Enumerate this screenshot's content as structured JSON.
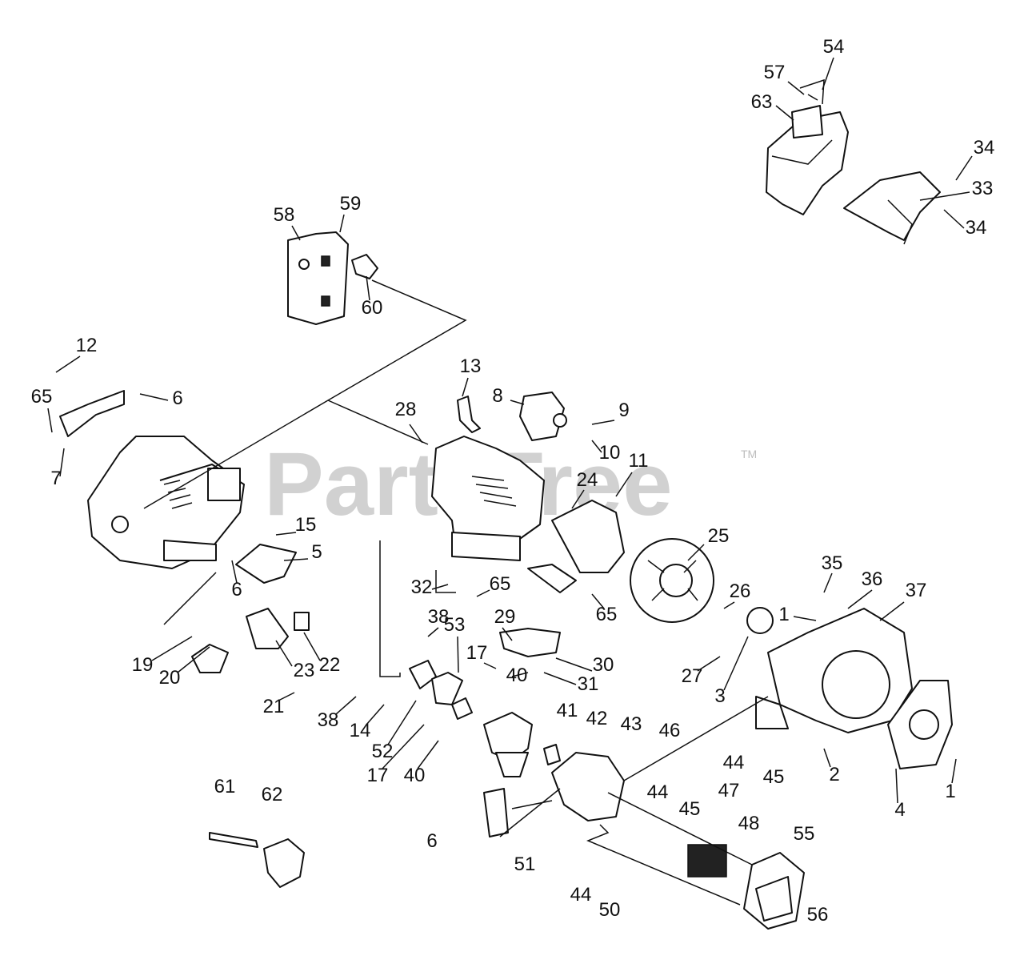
{
  "watermark": {
    "brand": "PartsTree",
    "trademark": "TM"
  },
  "diagram_title": "",
  "callouts": [
    "54",
    "57",
    "63",
    "34",
    "33",
    "34",
    "58",
    "59",
    "60",
    "12",
    "65",
    "6",
    "7",
    "15",
    "5",
    "6",
    "19",
    "20",
    "23",
    "22",
    "21",
    "13",
    "8",
    "9",
    "10",
    "28",
    "11",
    "24",
    "25",
    "26",
    "27",
    "3",
    "1",
    "35",
    "36",
    "37",
    "2",
    "4",
    "1",
    "32",
    "65",
    "65",
    "38",
    "29",
    "53",
    "17",
    "40",
    "30",
    "31",
    "14",
    "38",
    "52",
    "17",
    "40",
    "41",
    "42",
    "43",
    "46",
    "44",
    "45",
    "47",
    "44",
    "45",
    "48",
    "55",
    "56",
    "6",
    "51",
    "44",
    "50",
    "61",
    "62"
  ]
}
